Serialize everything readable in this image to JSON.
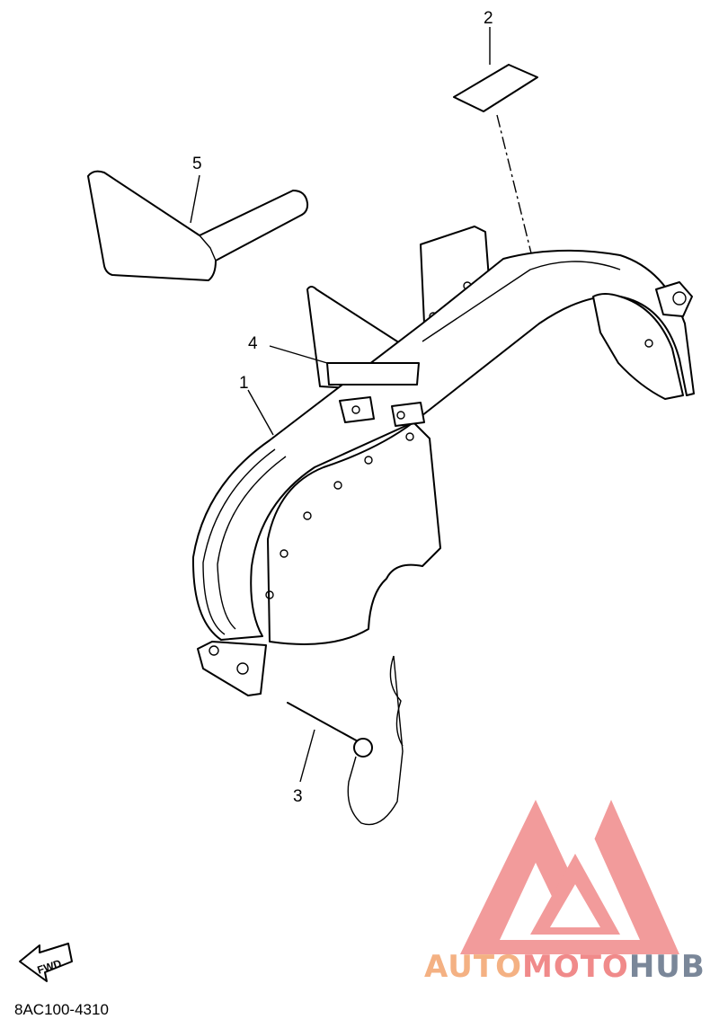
{
  "diagram": {
    "callouts": [
      {
        "id": "1",
        "label": "1"
      },
      {
        "id": "2",
        "label": "2"
      },
      {
        "id": "3",
        "label": "3"
      },
      {
        "id": "4",
        "label": "4"
      },
      {
        "id": "5",
        "label": "5"
      }
    ],
    "fwd_label": "FWD",
    "code": "8AC100-4310"
  },
  "watermark": {
    "part1": "AUTO",
    "part2": "MOTO",
    "part3": "HUB",
    "colors": {
      "auto": "#f4b183",
      "moto": "#f08a8a",
      "hub": "#7a8799",
      "logo": "#f08a8a"
    }
  }
}
